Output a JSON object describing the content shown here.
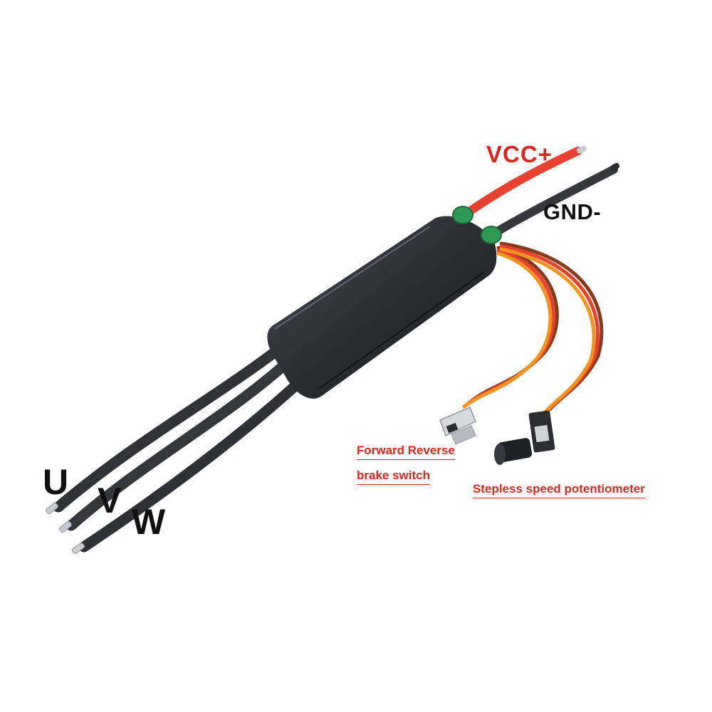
{
  "labels": {
    "vcc": "VCC+",
    "gnd": "GND-",
    "phase_u": "U",
    "phase_v": "V",
    "phase_w": "W",
    "switch_line1": "Forward Reverse",
    "switch_line2": "brake switch",
    "potentiometer": "Stepless speed potentiometer"
  },
  "colors": {
    "background": "#ffffff",
    "label_red": "#e0251b",
    "label_black": "#111111",
    "esc_body": "#2b2d31",
    "wire_black": "#35373b",
    "wire_red": "#e8412f",
    "wire_orange": "#f0941e",
    "wire_brown": "#8a3a1a",
    "connector_green": "#2e9a55",
    "terminal_silver": "#c9ccd1"
  }
}
